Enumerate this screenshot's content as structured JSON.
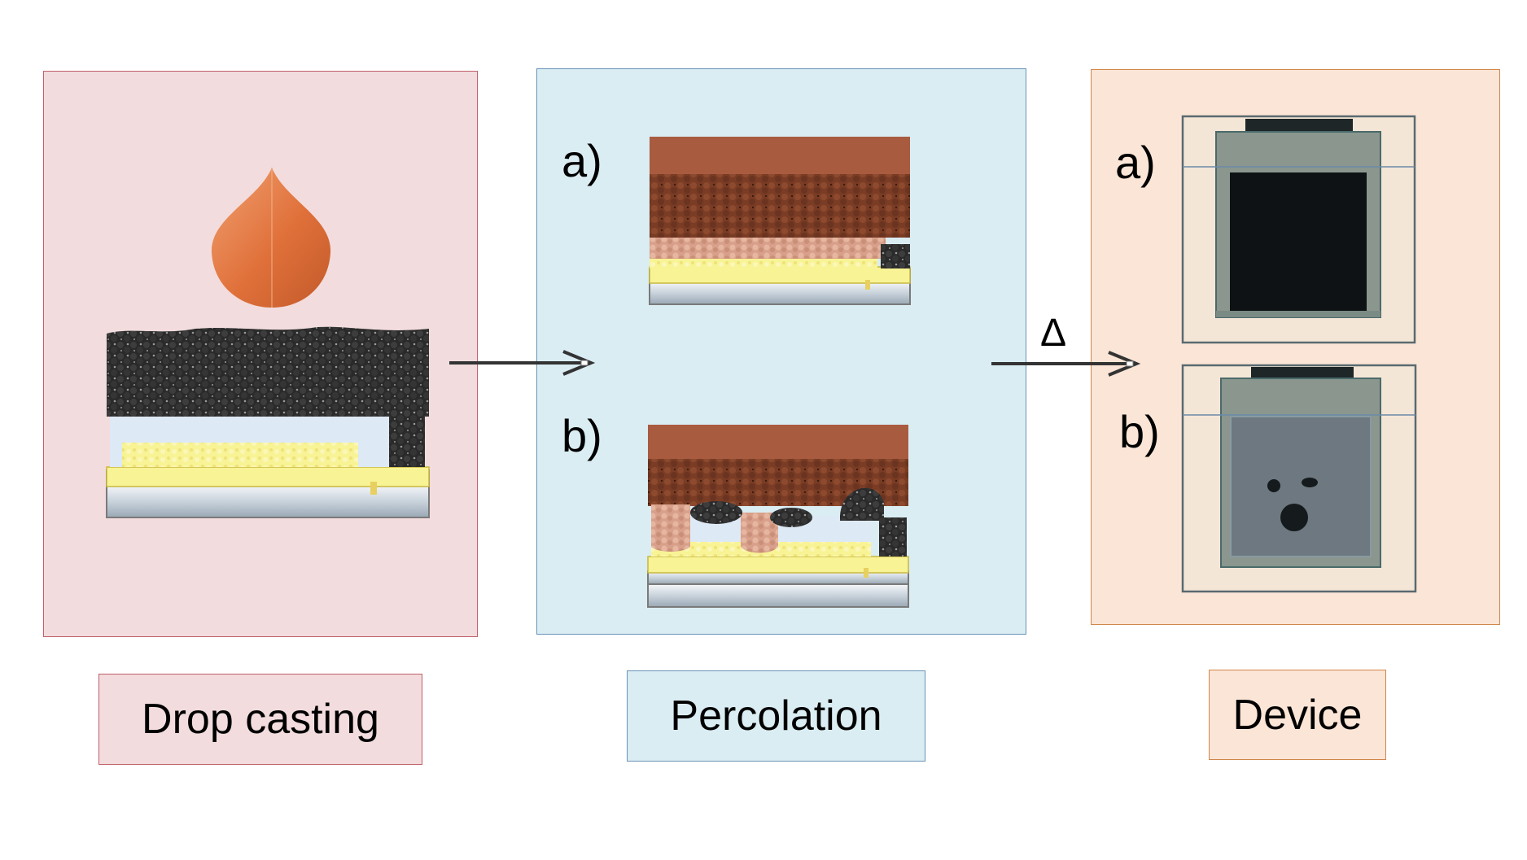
{
  "panels": {
    "drop_casting": {
      "caption": "Drop casting"
    },
    "percolation": {
      "caption": "Percolation",
      "label_a": "a)",
      "label_b": "b)"
    },
    "device": {
      "caption": "Device",
      "label_a": "a)",
      "label_b": "b)"
    }
  },
  "arrows": {
    "heat_symbol": "Δ"
  },
  "colors": {
    "drop_panel_fill": "#f2dcdd",
    "percolation_panel_fill": "#daedf3",
    "device_panel_fill": "#fbe5d6",
    "droplet": "#e07a3e",
    "carbon": "#2e2e2e",
    "perovskite_top": "#a95b40",
    "tio2_yellow": "#f8f394",
    "spacer_blue": "#dde9f5",
    "device_black": "#0e1214",
    "device_grey": "#6d7880"
  }
}
